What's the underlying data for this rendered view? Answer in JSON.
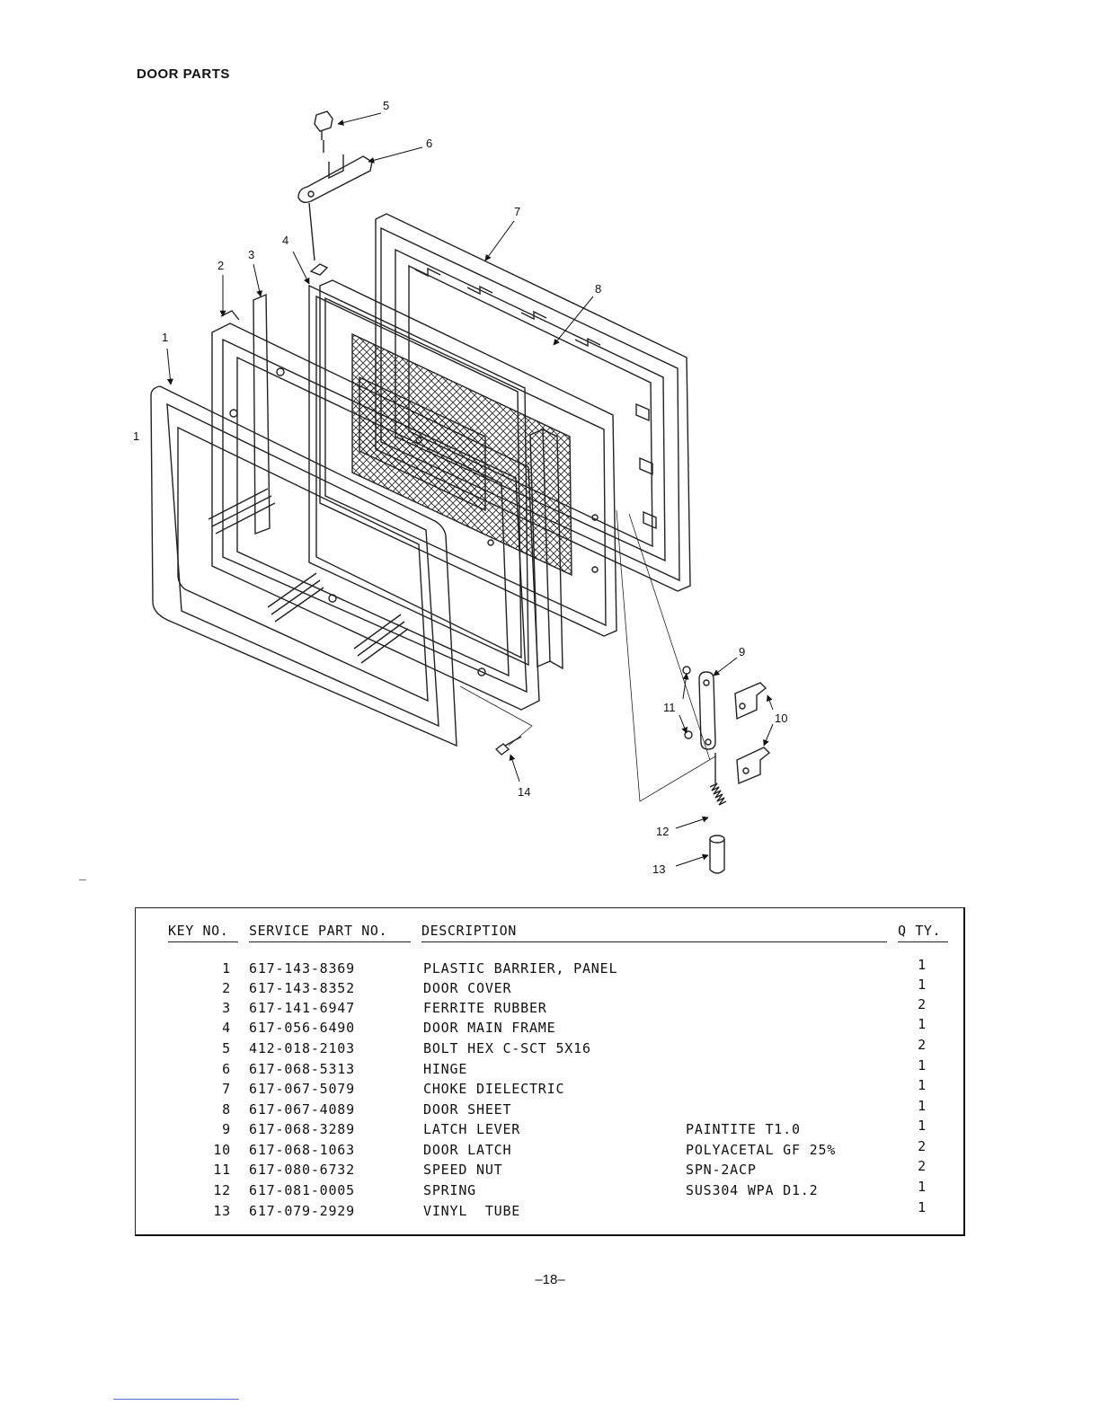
{
  "page_heading": "DOOR PARTS",
  "callouts": {
    "c1_left": "1",
    "c1": "1",
    "c2": "2",
    "c3": "3",
    "c4": "4",
    "c5": "5",
    "c6": "6",
    "c7": "7",
    "c8": "8",
    "c9": "9",
    "c10": "10",
    "c11": "11",
    "c12": "12",
    "c13": "13",
    "c14": "14"
  },
  "table": {
    "headers": {
      "key_no": "KEY NO.",
      "service_part_no": "SERVICE PART NO.",
      "description": "DESCRIPTION",
      "qty": "Q TY."
    },
    "rows": [
      {
        "key": "1",
        "part": "617-143-8369",
        "desc": "PLASTIC BARRIER, PANEL",
        "spec": "",
        "qty": "1"
      },
      {
        "key": "2",
        "part": "617-143-8352",
        "desc": "DOOR COVER",
        "spec": "",
        "qty": "1"
      },
      {
        "key": "3",
        "part": "617-141-6947",
        "desc": "FERRITE RUBBER",
        "spec": "",
        "qty": "2"
      },
      {
        "key": "4",
        "part": "617-056-6490",
        "desc": "DOOR MAIN FRAME",
        "spec": "",
        "qty": "1"
      },
      {
        "key": "5",
        "part": "412-018-2103",
        "desc": "BOLT HEX C-SCT 5X16",
        "spec": "",
        "qty": "2"
      },
      {
        "key": "6",
        "part": "617-068-5313",
        "desc": "HINGE",
        "spec": "",
        "qty": "1"
      },
      {
        "key": "7",
        "part": "617-067-5079",
        "desc": "CHOKE DIELECTRIC",
        "spec": "",
        "qty": "1"
      },
      {
        "key": "8",
        "part": "617-067-4089",
        "desc": "DOOR SHEET",
        "spec": "",
        "qty": "1"
      },
      {
        "key": "9",
        "part": "617-068-3289",
        "desc": "LATCH LEVER",
        "spec": "PAINTITE T1.0",
        "qty": "1"
      },
      {
        "key": "10",
        "part": "617-068-1063",
        "desc": "DOOR LATCH",
        "spec": "POLYACETAL GF 25%",
        "qty": "2"
      },
      {
        "key": "11",
        "part": "617-080-6732",
        "desc": "SPEED NUT",
        "spec": "SPN-2ACP",
        "qty": "2"
      },
      {
        "key": "12",
        "part": "617-081-0005",
        "desc": "SPRING",
        "spec": "SUS304 WPA D1.2",
        "qty": "1"
      },
      {
        "key": "13",
        "part": "617-079-2929",
        "desc": "VINYL  TUBE",
        "spec": "",
        "qty": "1"
      }
    ]
  },
  "page_number": "–18–"
}
